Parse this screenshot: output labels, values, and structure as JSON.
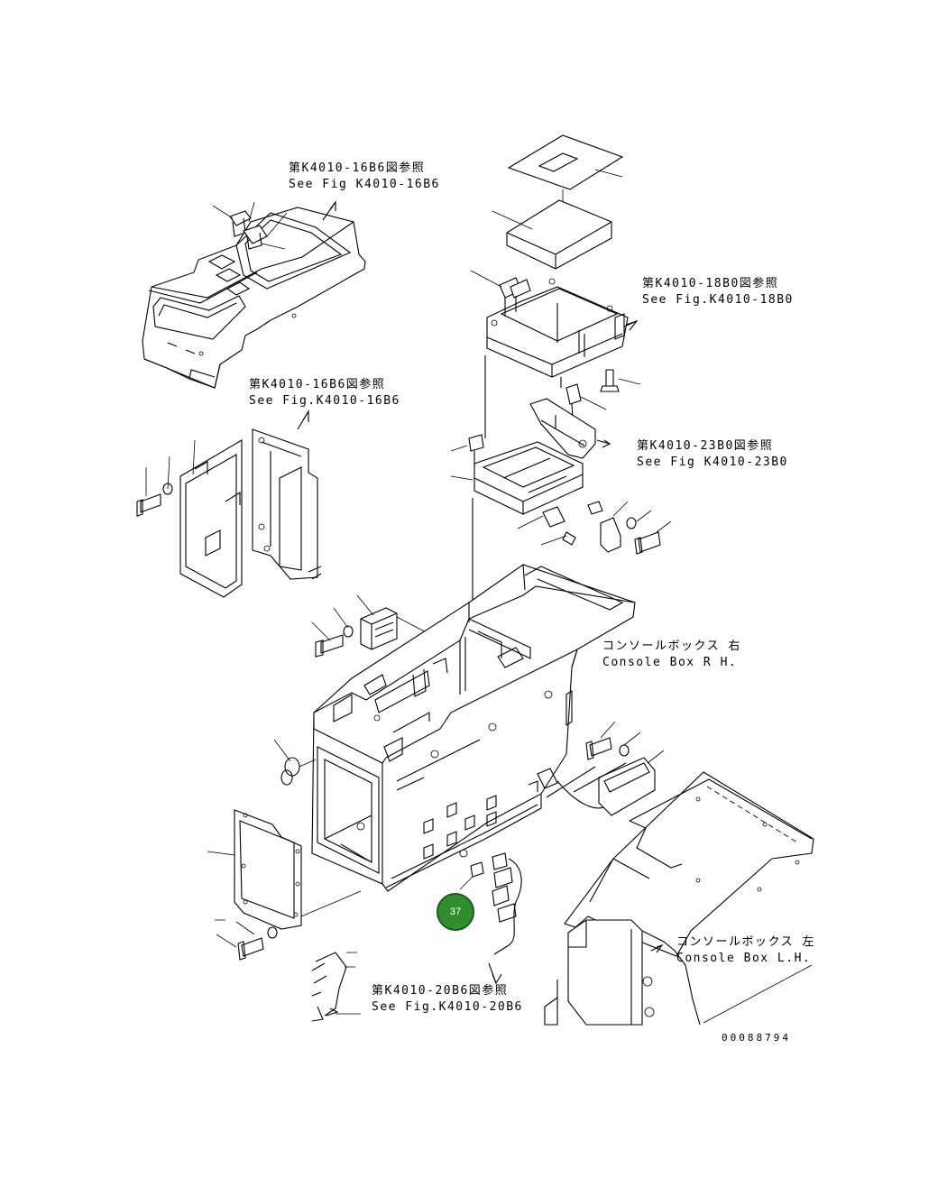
{
  "references": [
    {
      "jp": "第K4010-16B6図参照",
      "en": "See Fig K4010-16B6"
    },
    {
      "jp": "第K4010-18B0図参照",
      "en": "See Fig.K4010-18B0"
    },
    {
      "jp": "第K4010-16B6図参照",
      "en": "See Fig.K4010-16B6"
    },
    {
      "jp": "第K4010-23B0図参照",
      "en": "See Fig K4010-23B0"
    },
    {
      "jp": "第K4010-20B6図参照",
      "en": "See Fig.K4010-20B6"
    }
  ],
  "console_rh": {
    "jp": "コンソールボックス 右",
    "en": "Console Box R H."
  },
  "console_lh": {
    "jp": "コンソールボックス 左",
    "en": "Console Box L.H."
  },
  "callout": {
    "number": "37",
    "color": "#2f8f2f"
  },
  "document_number": "00088794",
  "icons": {
    "callout": "numbered-circle-icon"
  }
}
